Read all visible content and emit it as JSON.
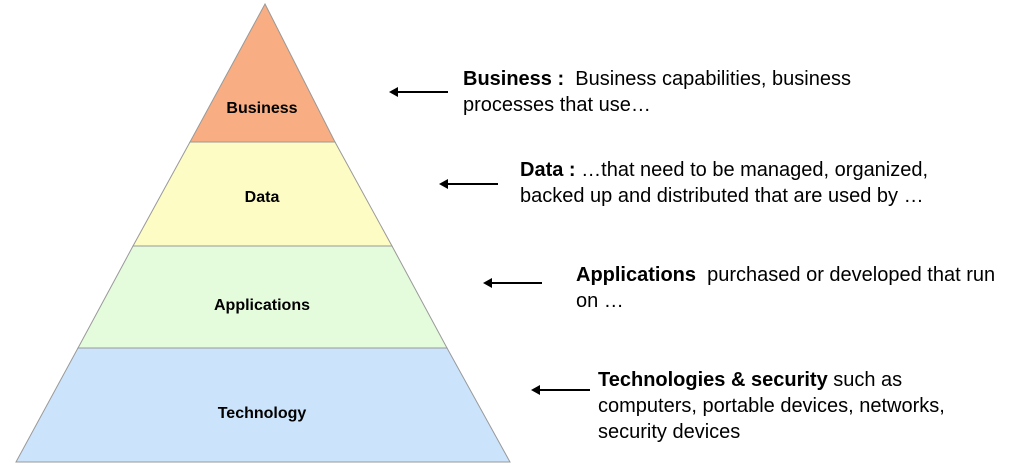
{
  "layers": [
    {
      "key": "business",
      "label": "Business",
      "color": "#F8AD82"
    },
    {
      "key": "data",
      "label": "Data",
      "color": "#FDFCC4"
    },
    {
      "key": "applications",
      "label": "Applications",
      "color": "#E4FBDC"
    },
    {
      "key": "technology",
      "label": "Technology",
      "color": "#CBE4FB"
    }
  ],
  "descriptions": [
    {
      "key": "business",
      "heading": "Business :",
      "text": "Business capabilities, business processes that use…"
    },
    {
      "key": "data",
      "heading": "Data :",
      "text": "…that need to be managed, organized, backed up and distributed that are used by …"
    },
    {
      "key": "applications",
      "heading": "Applications",
      "text": "purchased or developed that run on …"
    },
    {
      "key": "technology",
      "heading": "Technologies & security",
      "text": "such as computers, portable devices, networks, security devices"
    }
  ],
  "colors": {
    "outline": "#999999",
    "arrow": "#000000"
  }
}
